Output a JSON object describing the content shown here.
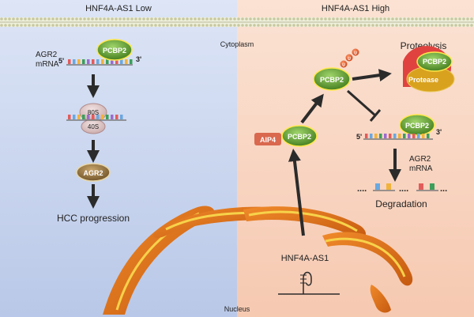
{
  "panels": {
    "left_title": "HNF4A-AS1 Low",
    "right_title": "HNF4A-AS1 High"
  },
  "compartments": {
    "cytoplasm": "Cytoplasm",
    "nucleus": "Nucleus"
  },
  "left": {
    "mrna_label_1": "AGR2",
    "mrna_label_2": "mRNA",
    "five_prime": "5'",
    "three_prime": "3'",
    "pcbp2": "PCBP2",
    "ribosome_large": "80S",
    "ribosome_small": "40S",
    "protein": "AGR2",
    "outcome": "HCC progression"
  },
  "right": {
    "pcbp2_center": "PCBP2",
    "ub_marks": [
      "U",
      "U",
      "U"
    ],
    "proteolysis": "Proteolysis",
    "protease_pcbp2": "PCBP2",
    "protease": "Protease",
    "aip4": "AIP4",
    "aip4_pcbp2": "PCBP2",
    "pcbp2_mrna": "PCBP2",
    "five_prime": "5'",
    "three_prime": "3'",
    "mrna_label_1": "AGR2",
    "mrna_label_2": "mRNA",
    "degradation": "Degradation",
    "lnc": "HNF4A-AS1",
    "frag_dots_1": "....",
    "frag_dots_2": "....",
    "frag_tail": "..."
  },
  "colors": {
    "left_bg": "#c9d5ee",
    "right_bg": "#f9d6c4",
    "pcbp2_fill": "#5f9f2e",
    "pcbp2_stroke": "#ffe84a",
    "aip4_fill": "#d9684e",
    "protein_fill": "#8a6b3a",
    "arrow": "#2b2b2b",
    "mitochondria": "#e07a1e"
  }
}
